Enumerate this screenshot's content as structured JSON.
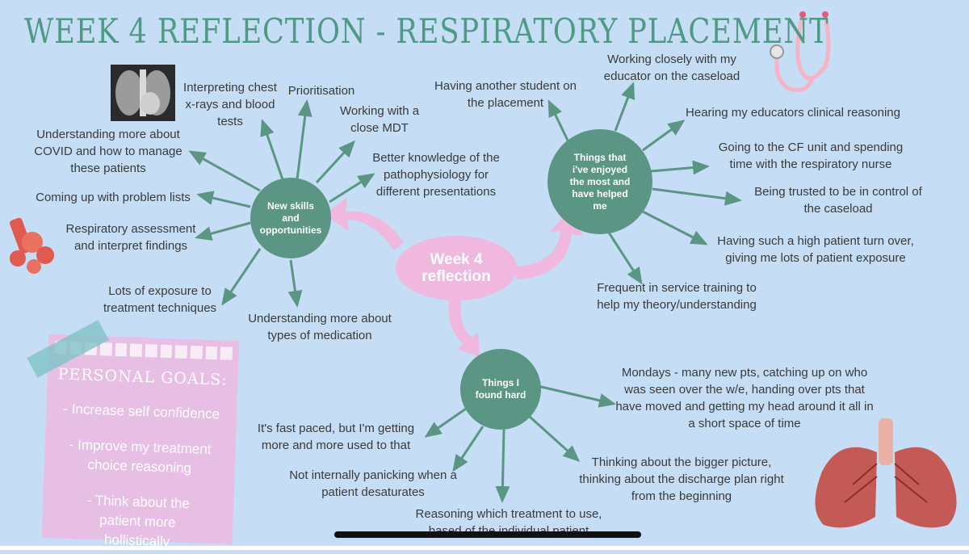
{
  "title": "WEEK 4 REFLECTION - RESPIRATORY PLACEMENT",
  "center": {
    "label": "Week 4 reflection"
  },
  "hub_skills": {
    "label": "New skills and opportunities",
    "items": [
      "Interpreting chest x-rays and blood tests",
      "Prioritisation",
      "Working with a close MDT",
      "Better knowledge of the pathophysiology for different presentations",
      "Understanding more about COVID and how to manage these patients",
      "Coming up with problem lists",
      "Respiratory assessment and interpret findings",
      "Lots of exposure to treatment techniques",
      "Understanding more about types of medication"
    ]
  },
  "hub_enjoyed": {
    "label": "Things that i've enjoyed the most and have helped me",
    "items": [
      "Having another student on the placement",
      "Working closely with my educator on the caseload",
      "Hearing my educators clinical reasoning",
      "Going to the CF unit and spending time with the respiratory nurse",
      "Being trusted to be in control of the caseload",
      "Having such a high patient turn over, giving me lots of patient exposure",
      "Frequent in service training to help my theory/understanding"
    ]
  },
  "hub_hard": {
    "label": "Things I found hard",
    "items": [
      "Mondays - many new pts, catching up on who was seen over the w/e, handing over pts that have moved and getting my head around it all in a short space of time",
      "It's fast paced, but I'm getting more and more used to that",
      "Not internally panicking when a patient desaturates",
      "Thinking about the bigger picture, thinking about the discharge plan right from the beginning",
      "Reasoning which treatment to use, based of the individual patient"
    ]
  },
  "goals": {
    "title": "PERSONAL GOALS:",
    "items": [
      "- Increase self confidence",
      "- Improve my treatment choice reasoning",
      "- Think about the patient more hollistically"
    ]
  },
  "colors": {
    "background": "#c5ddf5",
    "hub_green": "#5b9684",
    "center_pink": "#f0b8de",
    "title_green": "#4f9a86",
    "goals_pink": "#e8bfe4"
  },
  "icons": [
    "chest-xray-icon",
    "stethoscope-icon",
    "inhaler-icon",
    "lungs-icon"
  ]
}
